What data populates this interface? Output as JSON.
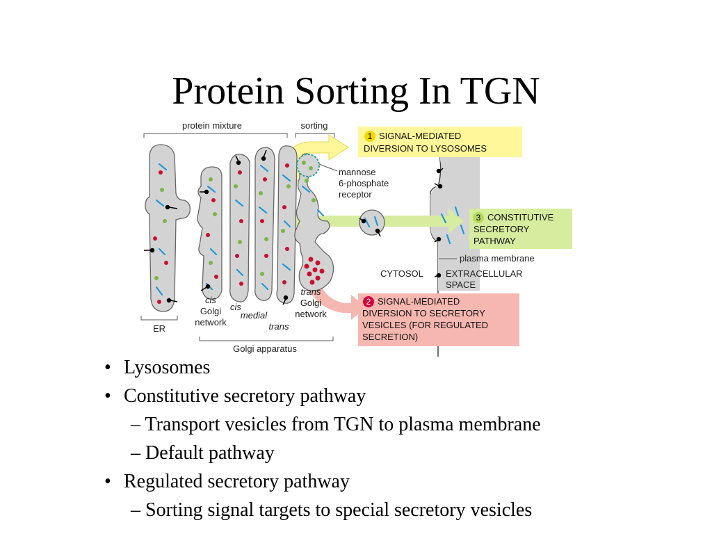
{
  "slide": {
    "title": "Protein Sorting In TGN"
  },
  "diagram": {
    "header_protein_mixture": "protein mixture",
    "header_sorting": "sorting",
    "label_er": "ER",
    "label_cis_golgi_network": [
      "cis",
      "Golgi",
      "network"
    ],
    "label_cis": "cis",
    "label_medial": "medial",
    "label_trans": "trans",
    "label_trans_golgi_network": [
      "trans",
      "Golgi",
      "network"
    ],
    "label_golgi_apparatus": "Golgi apparatus",
    "label_mannose_receptor": [
      "mannose",
      "6-phosphate",
      "receptor"
    ],
    "label_cytosol": "CYTOSOL",
    "label_extracellular_space": [
      "EXTRACELLULAR",
      "SPACE"
    ],
    "label_plasma_membrane": "plasma membrane",
    "pathway_1": {
      "number": "1",
      "lines": [
        "SIGNAL-MEDIATED",
        "DIVERSION TO LYSOSOMES"
      ]
    },
    "pathway_2": {
      "number": "2",
      "lines": [
        "SIGNAL-MEDIATED",
        "DIVERSION TO SECRETORY",
        "VESICLES (FOR REGULATED",
        "SECRETION)"
      ]
    },
    "pathway_3": {
      "number": "3",
      "lines": [
        "CONSTITUTIVE",
        "SECRETORY",
        "PATHWAY"
      ]
    },
    "colors": {
      "organelle_fill": "#d3d3d3",
      "lysosome_box": "#fff799",
      "lysosome_number": "#f4d800",
      "secretory_box": "#f6b7b0",
      "secretory_number": "#d4003a",
      "constitutive_box": "#d6ec9e",
      "constitutive_number": "#b6d95b",
      "cargo_red": "#c8102e",
      "cargo_green": "#7ab648",
      "cargo_blue": "#1e9ad6",
      "receptor_teal": "#2aa58a"
    }
  },
  "bullets": [
    {
      "level": 1,
      "text": "Lysosomes"
    },
    {
      "level": 1,
      "text": "Constitutive secretory pathway"
    },
    {
      "level": 2,
      "text": "– Transport vesicles from TGN to plasma membrane"
    },
    {
      "level": 2,
      "text": "– Default pathway"
    },
    {
      "level": 1,
      "text": "Regulated secretory pathway"
    },
    {
      "level": 2,
      "text": "– Sorting signal targets to special secretory vesicles"
    }
  ]
}
